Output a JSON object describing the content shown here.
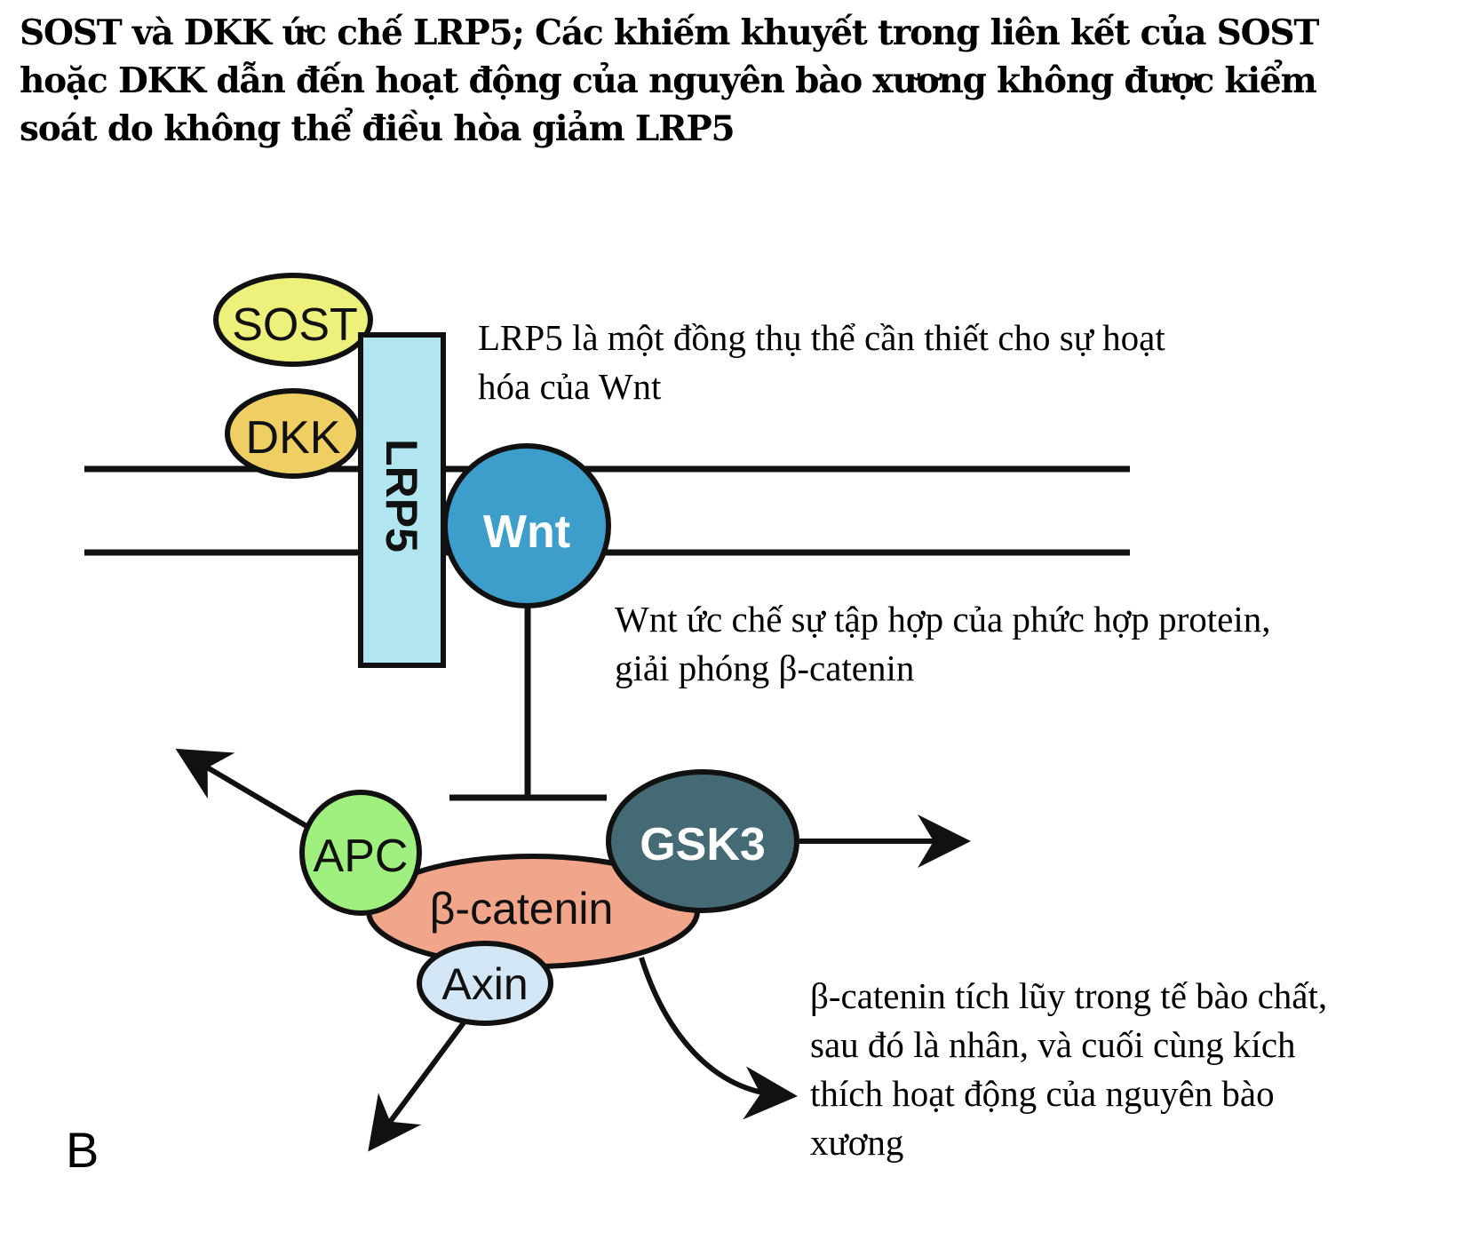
{
  "title": {
    "lines": [
      "SOST và DKK ức chế LRP5; Các khiếm khuyết trong liên kết của SOST",
      "hoặc DKK dẫn đến hoạt động của nguyên bào xương không được kiểm",
      "soát do không thể điều hòa giảm LRP5"
    ]
  },
  "nodes": {
    "sost": {
      "label": "SOST",
      "color": "#eef07c"
    },
    "dkk": {
      "label": "DKK",
      "color": "#efcf63"
    },
    "lrp5": {
      "label": "LRP5",
      "color": "#b1e6f1"
    },
    "wnt": {
      "label": "Wnt",
      "color": "#3d9dcb"
    },
    "apc": {
      "label": "APC",
      "color": "#9ff07f"
    },
    "beta_catenin": {
      "label": "β-catenin",
      "color": "#f1a58b"
    },
    "gsk3": {
      "label": "GSK3",
      "color": "#436a75"
    },
    "axin": {
      "label": "Axin",
      "color": "#d2e6f6"
    }
  },
  "annotations": {
    "lrp5_note": [
      "LRP5 là một đồng thụ thể cần thiết cho sự hoạt",
      "hóa của Wnt"
    ],
    "wnt_note": [
      "Wnt ức chế sự tập hợp của phức hợp protein,",
      "giải phóng β-catenin"
    ],
    "beta_note": [
      "β-catenin tích lũy trong tế bào chất,",
      "sau đó là nhân, và cuối cùng kích",
      "thích hoạt động của nguyên bào",
      "xương"
    ]
  },
  "panel_label": "B"
}
